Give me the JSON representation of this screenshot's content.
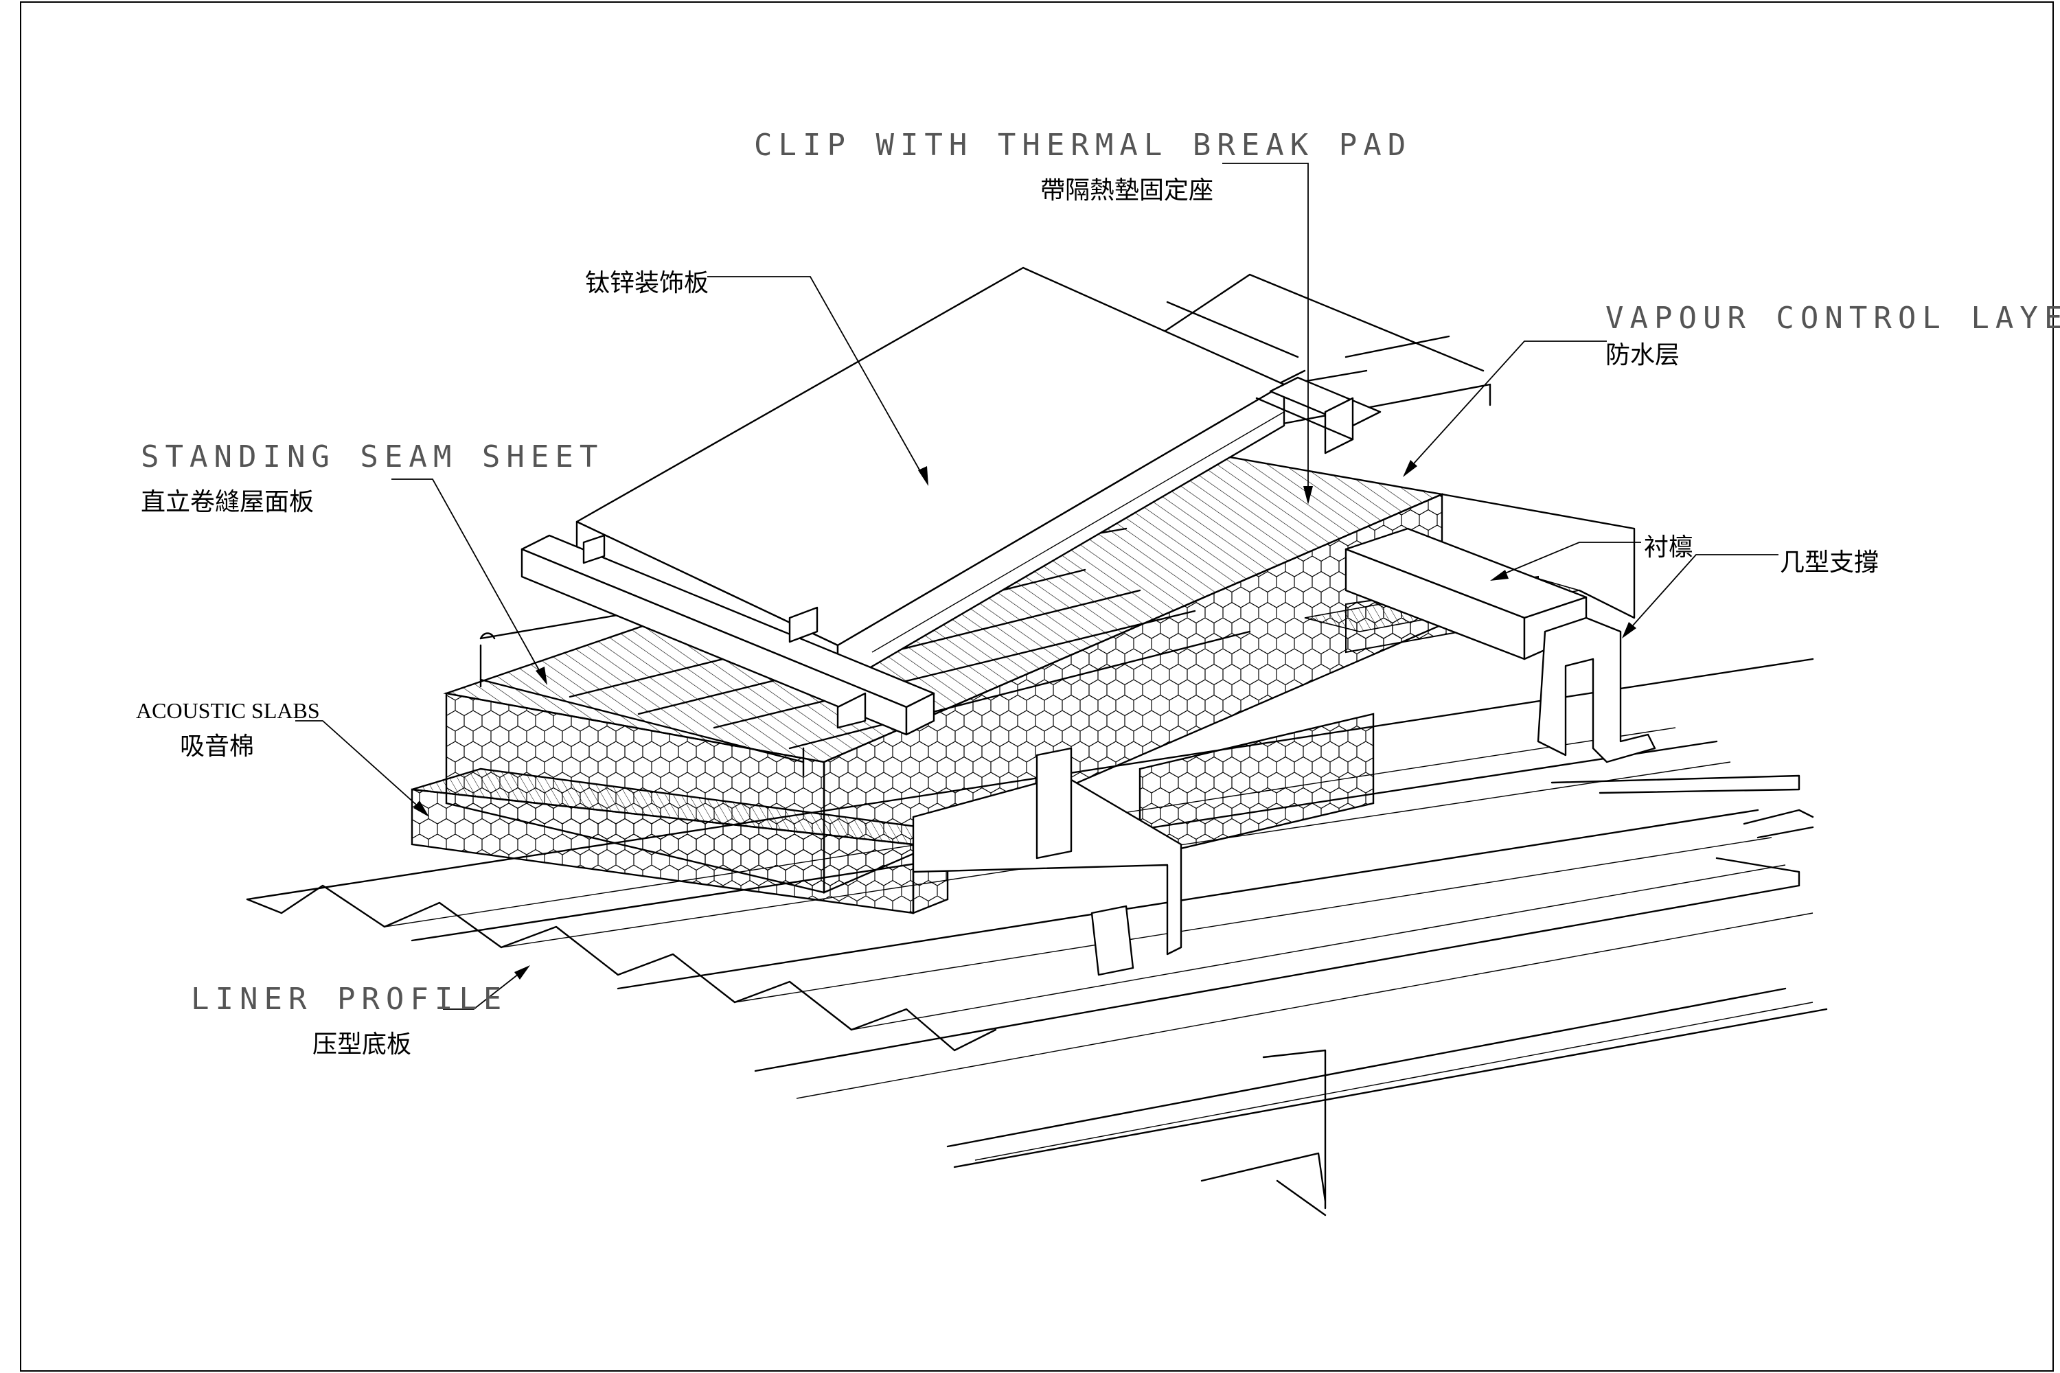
{
  "labels": {
    "clip_en": "CLIP WITH THERMAL BREAK PAD",
    "clip_cn": "帶隔熱墊固定座",
    "titanium_cn": "钛锌装饰板",
    "vapour_en": "VAPOUR CONTROL LAYER",
    "vapour_cn": "防水层",
    "standing_en": "STANDING SEAM SHEET",
    "standing_cn": "直立卷縫屋面板",
    "purlin_cn": "衬檩",
    "bracket_cn": "几型支撐",
    "acoustic_en": "ACOUSTIC SLABS",
    "acoustic_cn": "吸音棉",
    "liner_en": "LINER PROFILE",
    "liner_cn": "压型底板"
  }
}
